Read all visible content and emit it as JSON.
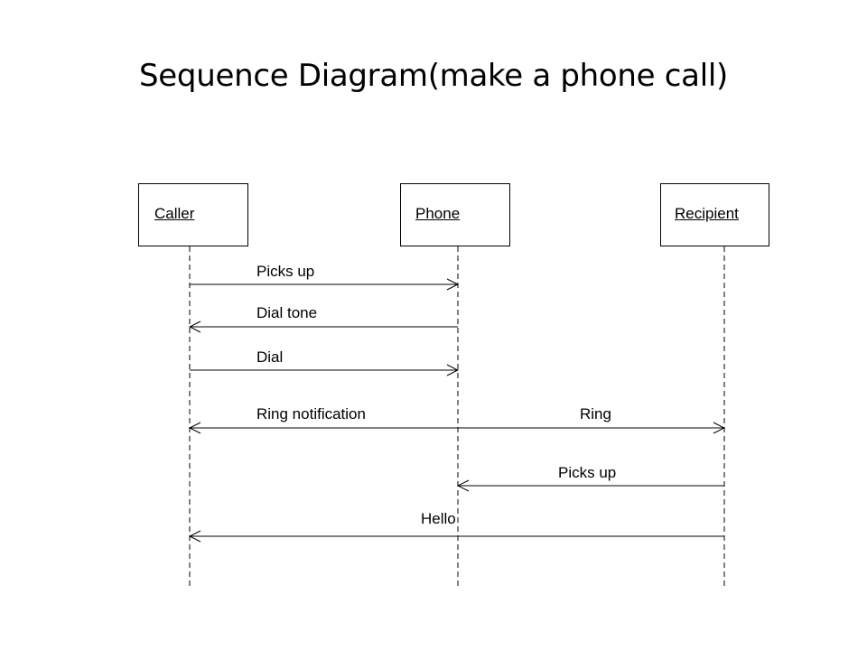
{
  "title": "Sequence Diagram(make a phone call)",
  "actors": [
    {
      "id": "caller",
      "label": "Caller"
    },
    {
      "id": "phone",
      "label": "Phone"
    },
    {
      "id": "recipient",
      "label": "Recipient"
    }
  ],
  "messages": [
    {
      "from": "caller",
      "to": "phone",
      "label": "Picks up"
    },
    {
      "from": "phone",
      "to": "caller",
      "label": "Dial tone"
    },
    {
      "from": "caller",
      "to": "phone",
      "label": "Dial"
    },
    {
      "from": "caller",
      "to": "recipient",
      "bidirectional": true,
      "labels": [
        "Ring notification",
        "Ring"
      ]
    },
    {
      "from": "recipient",
      "to": "phone",
      "label": "Picks up"
    },
    {
      "from": "recipient",
      "to": "caller",
      "label": "Hello"
    }
  ],
  "colors": {
    "line": "#000000",
    "background": "#ffffff"
  }
}
